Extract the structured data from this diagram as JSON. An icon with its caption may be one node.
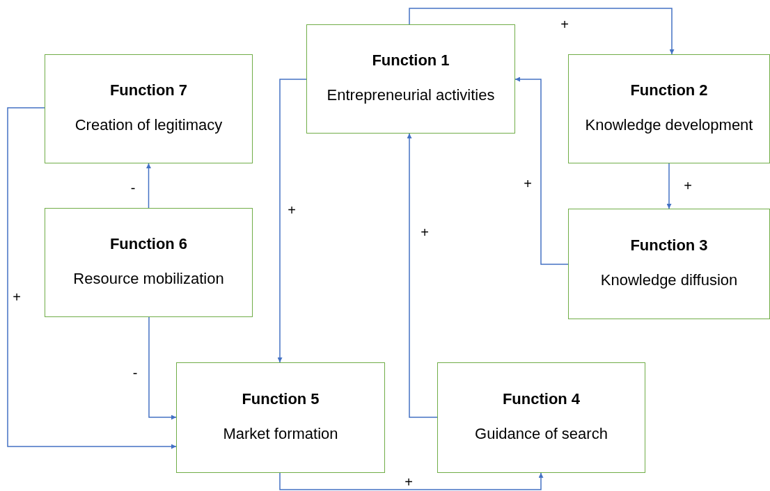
{
  "diagram": {
    "nodes": [
      {
        "text": [
          "Function 1",
          "Entrepreneurial activities"
        ]
      },
      {
        "text": [
          "Function 2",
          "Knowledge development"
        ]
      },
      {
        "text": [
          "Function 3",
          "Knowledge diffusion"
        ]
      },
      {
        "text": [
          "Function 4",
          "Guidance of search"
        ]
      },
      {
        "text": [
          "Function 5",
          "Market formation"
        ]
      },
      {
        "text": [
          "Function 6",
          "Resource mobilization"
        ]
      },
      {
        "text": [
          "Function 7",
          "Creation of legitimacy"
        ]
      }
    ],
    "edges": [
      {
        "from": 0,
        "to": 1,
        "arrow": "to",
        "label": "+"
      },
      {
        "from": 0,
        "to": 4,
        "arrow": "to",
        "label": "+"
      },
      {
        "from": 1,
        "to": 2,
        "arrow": "to",
        "label": "+"
      },
      {
        "from": 2,
        "to": 0,
        "arrow": "to",
        "label": "+"
      },
      {
        "from": 3,
        "to": 0,
        "arrow": "to",
        "label": "+"
      },
      {
        "from": 5,
        "to": 6,
        "arrow": "to",
        "label": "-"
      },
      {
        "from": 5,
        "to": 4,
        "arrow": "to",
        "label": "-"
      },
      {
        "from": 6,
        "to": 4,
        "arrow": "to",
        "label": "+"
      },
      {
        "from": 4,
        "to": 3,
        "arrow": "to",
        "label": "+"
      }
    ]
  }
}
